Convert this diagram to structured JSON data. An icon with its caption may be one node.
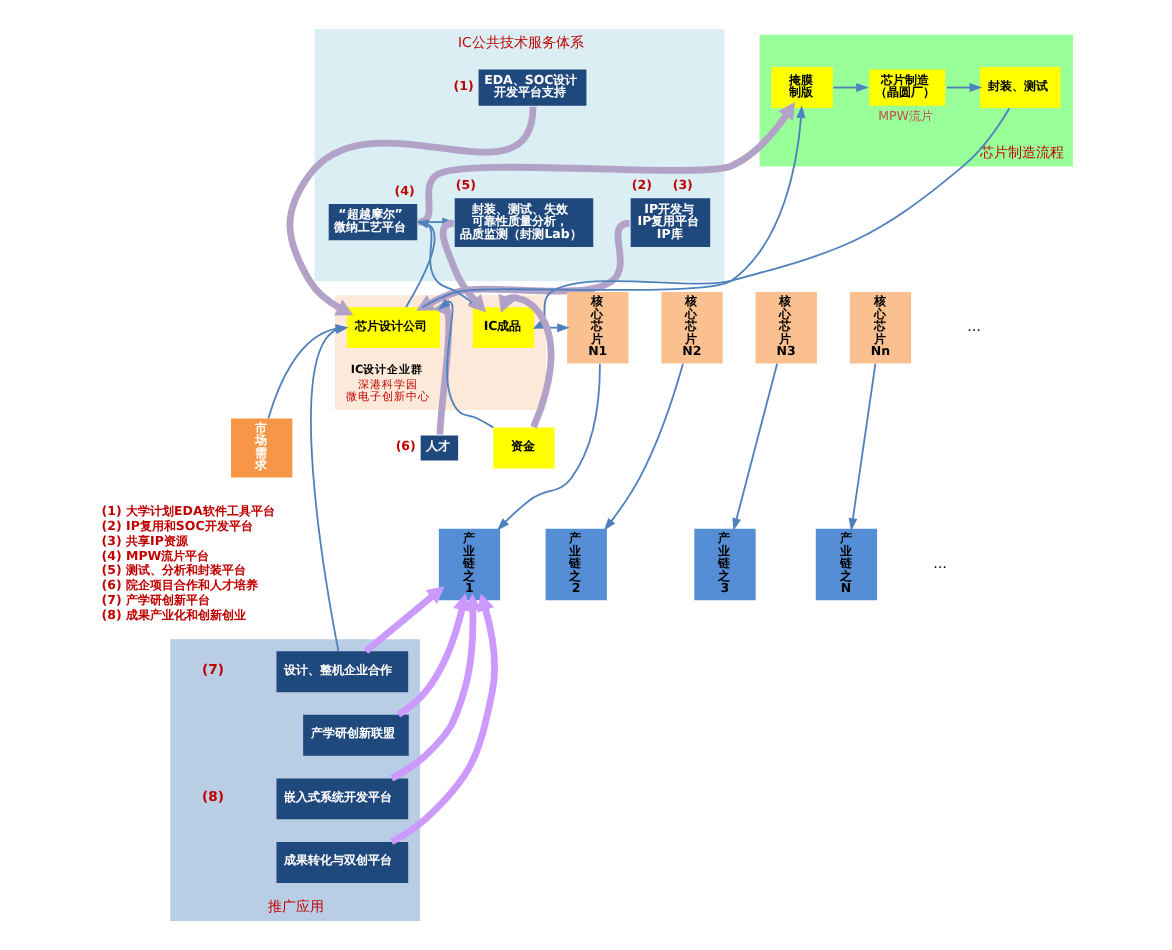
{
  "diagram": {
    "nodes": [
      {
        "text": [
          "IC公共技术服务体系"
        ]
      },
      {
        "text": [
          "EDA、SOC设计开发平台支持"
        ],
        "in": 0,
        "beside": [
          "(1)"
        ]
      },
      {
        "text": [
          "IP开发与IP复用平台",
          "IP库"
        ],
        "in": 0,
        "beside": [
          "(2)",
          "(3)"
        ]
      },
      {
        "text": [
          "“超越摩尔”微纳工艺平台"
        ],
        "in": 0,
        "beside": [
          "(4)"
        ]
      },
      {
        "text": [
          "封装、测试、失效可靠性质量分析，品质监测（封测Lab）"
        ],
        "in": 0,
        "beside": [
          "(5)"
        ]
      },
      {
        "text": [
          "芯片制造流程"
        ]
      },
      {
        "text": [
          "掩膜制版"
        ],
        "in": 5
      },
      {
        "text": [
          "芯片制造（晶圆厂）"
        ],
        "in": 5,
        "beside": [
          "MPW流片"
        ]
      },
      {
        "text": [
          "封装、测试"
        ],
        "in": 5
      },
      {
        "text": [
          "IC设计企业群",
          "深港科学园微电子创新中心"
        ]
      },
      {
        "text": [
          "芯片设计公司"
        ],
        "in": 9
      },
      {
        "text": [
          "IC成品"
        ],
        "in": 9
      },
      {
        "text": [
          "市场需求"
        ]
      },
      {
        "text": [
          "人才"
        ],
        "beside": [
          "(6)"
        ]
      },
      {
        "text": [
          "资金"
        ]
      },
      {
        "text": [
          "核心芯片N1"
        ]
      },
      {
        "text": [
          "核心芯片N2"
        ]
      },
      {
        "text": [
          "核心芯片N3"
        ]
      },
      {
        "text": [
          "核心芯片Nn"
        ]
      },
      {
        "text": [
          "推广应用"
        ]
      },
      {
        "text": [
          "设计、整机企业合作"
        ],
        "in": 19
      },
      {
        "text": [
          "产学研创新联盟"
        ],
        "in": 19
      },
      {
        "text": [
          "嵌入式系统开发平台"
        ],
        "in": 19
      },
      {
        "text": [
          "成果转化与双创平台"
        ],
        "in": 19
      },
      {
        "text": [
          "产业链之1"
        ]
      },
      {
        "text": [
          "产业链之2"
        ]
      },
      {
        "text": [
          "产业链之3"
        ]
      },
      {
        "text": [
          "产业链之N"
        ]
      }
    ],
    "edges": [
      {
        "from": 12,
        "to": 10,
        "arrow": "to"
      },
      {
        "from": 1,
        "to": 10,
        "arrow": "to",
        "style": "thick",
        "color": "#b3a2c7"
      },
      {
        "from": 2,
        "to": 10,
        "arrow": "to",
        "style": "thick",
        "color": "#b3a2c7"
      },
      {
        "from": 13,
        "to": 10,
        "arrow": "to",
        "style": "thick",
        "color": "#b3a2c7"
      },
      {
        "from": 10,
        "to": 6,
        "arrow": "to"
      },
      {
        "from": 10,
        "to": 3,
        "arrow": "to"
      },
      {
        "from": 3,
        "to": 6,
        "arrow": "to",
        "style": "thick",
        "color": "#b3a2c7"
      },
      {
        "from": 6,
        "to": 7,
        "arrow": "to"
      },
      {
        "from": 7,
        "to": 8,
        "arrow": "to"
      },
      {
        "from": 3,
        "to": 4,
        "arrow": "to"
      },
      {
        "from": 3,
        "to": 11,
        "arrow": "to"
      },
      {
        "from": 4,
        "to": 11,
        "arrow": "to",
        "style": "thick",
        "color": "#b3a2c7"
      },
      {
        "from": 8,
        "to": 11,
        "arrow": "to"
      },
      {
        "from": 14,
        "to": 11,
        "arrow": "to",
        "style": "thick",
        "color": "#b3a2c7"
      },
      {
        "from": 11,
        "to": 15,
        "arrow": "to"
      },
      {
        "from": 15,
        "to": 24,
        "arrow": "to"
      },
      {
        "from": 16,
        "to": 25,
        "arrow": "to"
      },
      {
        "from": 17,
        "to": 26,
        "arrow": "to"
      },
      {
        "from": 18,
        "to": 27,
        "arrow": "to"
      },
      {
        "from": 20,
        "to": 24,
        "arrow": "to",
        "style": "thick",
        "color": "#cc99ff"
      },
      {
        "from": 21,
        "to": 24,
        "arrow": "to",
        "style": "thick",
        "color": "#cc99ff"
      },
      {
        "from": 22,
        "to": 24,
        "arrow": "to",
        "style": "thick",
        "color": "#cc99ff"
      },
      {
        "from": 23,
        "to": 24,
        "arrow": "to",
        "style": "thick",
        "color": "#cc99ff"
      },
      {
        "from": 14,
        "to": 10,
        "arrow": "to"
      },
      {
        "from": 20,
        "to": 10,
        "arrow": "to"
      }
    ],
    "labels": [
      "…",
      "(1) 大学计划EDA软件工具平台",
      "(2) IP复用和SOC开发平台",
      "(3) 共享IP资源",
      "(4) MPW流片平台",
      "(5) 测试、分析和封装平台",
      "(6) 院企项目合作和人才培养",
      "(7) 产学研创新平台",
      "(8) 成果产业化和创新创业",
      "(7)",
      "(8)",
      "…"
    ]
  }
}
